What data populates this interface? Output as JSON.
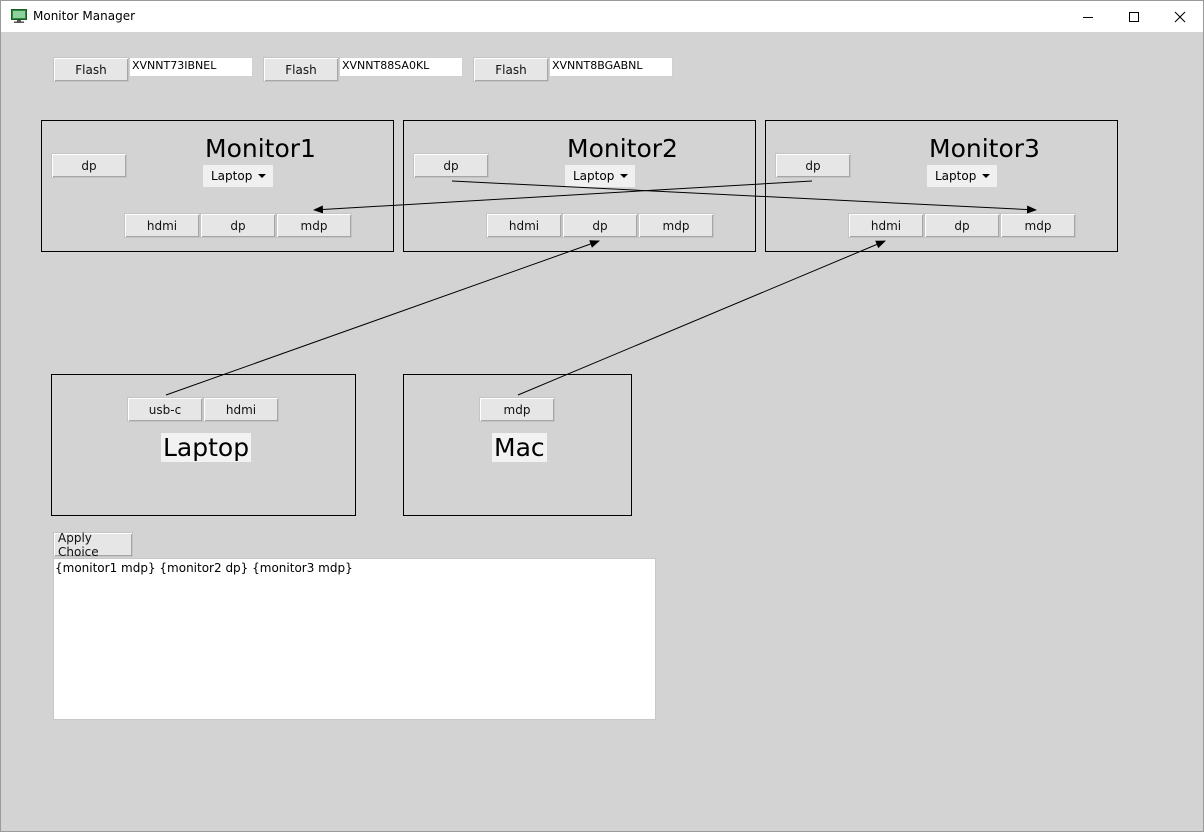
{
  "window": {
    "title": "Monitor Manager"
  },
  "flash_rows": [
    {
      "button": "Flash",
      "serial": "XVNNT73IBNEL"
    },
    {
      "button": "Flash",
      "serial": "XVNNT88SA0KL"
    },
    {
      "button": "Flash",
      "serial": "XVNNT8BGABNL"
    }
  ],
  "monitors": [
    {
      "name": "Monitor1",
      "output_port": "dp",
      "selected_source": "Laptop",
      "inputs": [
        "hdmi",
        "dp",
        "mdp"
      ]
    },
    {
      "name": "Monitor2",
      "output_port": "dp",
      "selected_source": "Laptop",
      "inputs": [
        "hdmi",
        "dp",
        "mdp"
      ]
    },
    {
      "name": "Monitor3",
      "output_port": "dp",
      "selected_source": "Laptop",
      "inputs": [
        "hdmi",
        "dp",
        "mdp"
      ]
    }
  ],
  "computers": [
    {
      "name": "Laptop",
      "ports": [
        "usb-c",
        "hdmi"
      ]
    },
    {
      "name": "Mac",
      "ports": [
        "mdp"
      ]
    }
  ],
  "apply_button": "Apply Choice",
  "output_text": "{monitor1 mdp} {monitor2 dp} {monitor3 mdp}",
  "icons": {
    "app": "monitor-app-icon",
    "minimize": "minimize-icon",
    "maximize": "maximize-icon",
    "close": "close-icon"
  }
}
